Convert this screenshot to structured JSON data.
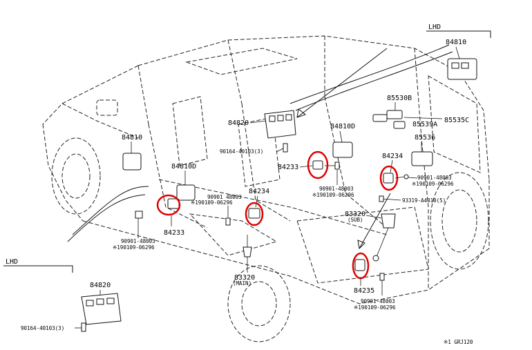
{
  "labels": {
    "lhd_top": "LHD",
    "lhd_bottom": "LHD",
    "p84810_top": "84810",
    "p85530b": "85530B",
    "p85535c": "85535C",
    "p85539a": "85539A",
    "p85536": "85536",
    "p84820": "84820",
    "p84810d": "84810D",
    "p90164_mid": "90164-40103(3)",
    "p84810_left": "84810",
    "p84810d_left": "84810D",
    "p84233_mid": "84233",
    "p84234_right": "84234",
    "p90901_right": "90901-48003",
    "p190109_right": "※190109-06296",
    "p90901_midright": "90901-48003",
    "p190109_midright": "※190109-06296",
    "p93319": "93319-A4010(5)",
    "p84234_center": "84234",
    "p90901_center": "90901 48003",
    "p190109_center": "※190109-06296",
    "p83320_sub": "83320",
    "sub": "(SUB)",
    "p90901_left": "90901-48003",
    "p190109_left": "※190109-06296",
    "p84233_left": "84233",
    "p83320_main": "83320",
    "main": "(MAIN)",
    "p84235": "84235",
    "p90901_bottom": "90901-48003",
    "p190109_bottom": "※190109-06296",
    "p84820_bottom": "84820",
    "p90164_bottom": "90164-40103(3)",
    "footnote": "※1 GRJ120"
  },
  "colors": {
    "highlight": "#e00000",
    "line": "#111111"
  }
}
